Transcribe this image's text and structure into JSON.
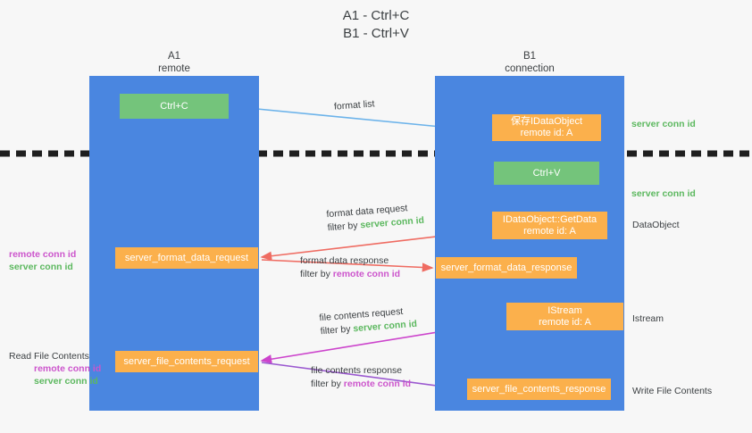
{
  "title": {
    "line1": "A1 - Ctrl+C",
    "line2": "B1 - Ctrl+V"
  },
  "lanes": [
    {
      "name": "A1",
      "subtitle": "remote",
      "color": "#4a86e0"
    },
    {
      "name": "B1",
      "subtitle": "connection",
      "color": "#4a86e0"
    }
  ],
  "nodes": {
    "ctrl_c": {
      "line1": "Ctrl+C",
      "line2": "",
      "color": "#74c47b"
    },
    "save_idataobject": {
      "line1": "保存IDataObject",
      "line2": "remote id: A",
      "color": "#fbb04c"
    },
    "ctrl_v": {
      "line1": "Ctrl+V",
      "line2": "",
      "color": "#74c47b"
    },
    "getdata": {
      "line1": "IDataObject::GetData",
      "line2": "remote id: A",
      "color": "#fbb04c"
    },
    "format_data_request": {
      "line1": "server_format_data_request",
      "line2": "",
      "color": "#fbb04c"
    },
    "format_data_response": {
      "line1": "server_format_data_response",
      "line2": "",
      "color": "#fbb04c"
    },
    "istream": {
      "line1": "IStream",
      "line2": "remote id: A",
      "color": "#fbb04c"
    },
    "file_contents_request": {
      "line1": "server_file_contents_request",
      "line2": "",
      "color": "#fbb04c"
    },
    "file_contents_response": {
      "line1": "server_file_contents_response",
      "line2": "",
      "color": "#fbb04c"
    }
  },
  "edges": {
    "format_list": {
      "line1": "format list",
      "filter_prefix": "",
      "filter_target": ""
    },
    "format_data_request": {
      "line1": "format data request",
      "filter_prefix": "filter by ",
      "filter_target": "server conn id"
    },
    "format_data_response": {
      "line1": "format data response",
      "filter_prefix": "filter by ",
      "filter_target": "remote conn id"
    },
    "file_contents_request": {
      "line1": "file contents request",
      "filter_prefix": "filter by ",
      "filter_target": "server conn id"
    },
    "file_contents_response": {
      "line1": "file contents response",
      "filter_prefix": "filter by ",
      "filter_target": "remote conn id"
    }
  },
  "notes": {
    "server_conn_top": "server conn id",
    "server_conn_mid": "server conn id",
    "dataobject": "DataObject",
    "istream": "Istream",
    "write_file_contents": "Write File Contents",
    "read_file_contents": "Read File Contents",
    "remote_conn_id": "remote conn id",
    "server_conn_id": "server conn id"
  },
  "colors": {
    "lane": "#4a86e0",
    "green_node": "#74c47b",
    "orange_node": "#fbb04c",
    "server_conn": "#5cb85f",
    "remote_conn": "#cc55cc",
    "arrow_blue": "#6cb3ea",
    "arrow_red": "#ef6c62",
    "arrow_magenta": "#cc44cc",
    "arrow_purple": "#9b59d0",
    "arrow_black": "#000000",
    "background": "#f7f7f7"
  }
}
